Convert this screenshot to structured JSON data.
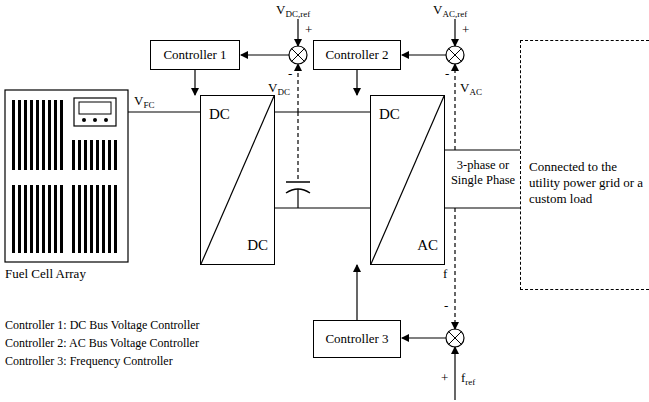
{
  "diagram": {
    "nodes": [
      {
        "text": [
          "Fuel Cell Array"
        ]
      },
      {
        "text": [
          "DC",
          "DC"
        ]
      },
      {
        "text": [
          "DC",
          "AC"
        ]
      },
      {
        "text": [
          "Controller 1"
        ]
      },
      {
        "text": [
          "Controller 2"
        ]
      },
      {
        "text": [
          "Controller 3"
        ]
      },
      {
        "text": [
          "Connected to the utility power grid or a custom load"
        ]
      }
    ],
    "edges": [
      {
        "from": 0,
        "to": 1,
        "arrow": "none",
        "label": "VFC"
      },
      {
        "from": 1,
        "to": 2,
        "arrow": "none"
      },
      {
        "from": 3,
        "to": 1,
        "arrow": "to"
      },
      {
        "from": 4,
        "to": 2,
        "arrow": "to"
      },
      {
        "from": 5,
        "to": 2,
        "arrow": "to"
      },
      {
        "from": 2,
        "to": 6,
        "arrow": "none"
      }
    ],
    "labels": [
      "VDC,ref",
      "+",
      "-",
      "VDC",
      "VAC,ref",
      "+",
      "-",
      "VAC",
      "f",
      "-",
      "+",
      "fref",
      "3-phase or Single Phase",
      "Controller 1: DC Bus Voltage Controller",
      "Controller 2: AC Bus Voltage Controller",
      "Controller 3: Frequency Controller"
    ]
  }
}
